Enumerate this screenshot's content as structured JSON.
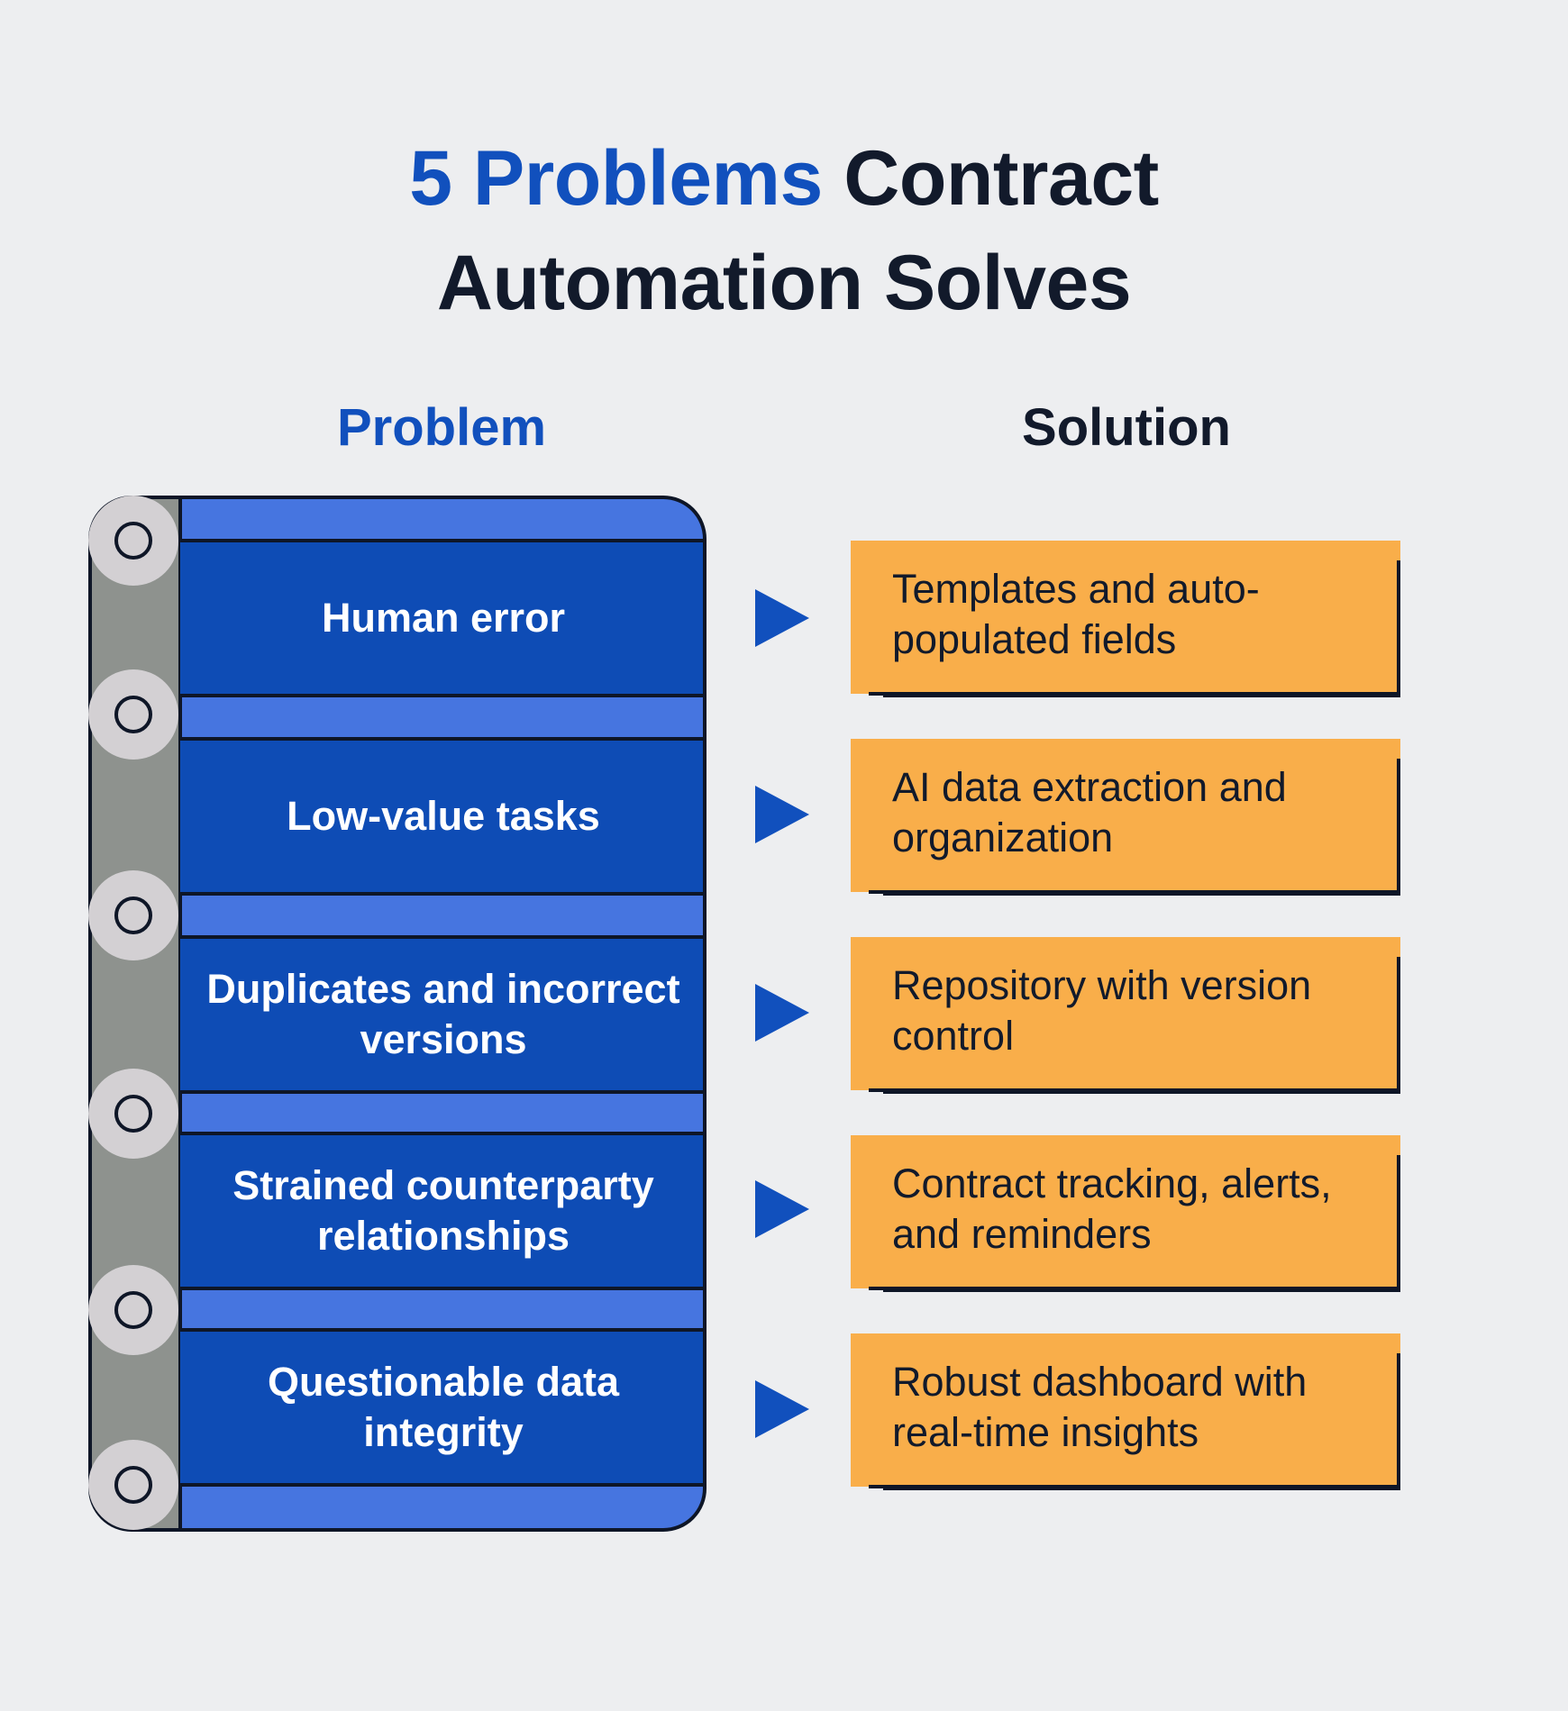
{
  "title": {
    "accent": "5 Problems",
    "rest_line1": " Contract",
    "line2": "Automation Solves"
  },
  "columns": {
    "problem": "Problem",
    "solution": "Solution"
  },
  "rows": [
    {
      "problem": "Human error",
      "solution": "Templates and auto-populated fields"
    },
    {
      "problem": "Low-value tasks",
      "solution": "AI data extraction and organization"
    },
    {
      "problem": "Duplicates and incorrect versions",
      "solution": "Repository with version control"
    },
    {
      "problem": "Strained counterparty relationships",
      "solution": "Contract tracking, alerts, and reminders"
    },
    {
      "problem": "Questionable data integrity",
      "solution": "Robust dashboard with real-time insights"
    }
  ],
  "colors": {
    "accent_blue": "#1150bd",
    "problem_box": "#0e4cb5",
    "board": "#4675e0",
    "solution_box": "#f9ae4a",
    "rail": "#8e928e"
  }
}
